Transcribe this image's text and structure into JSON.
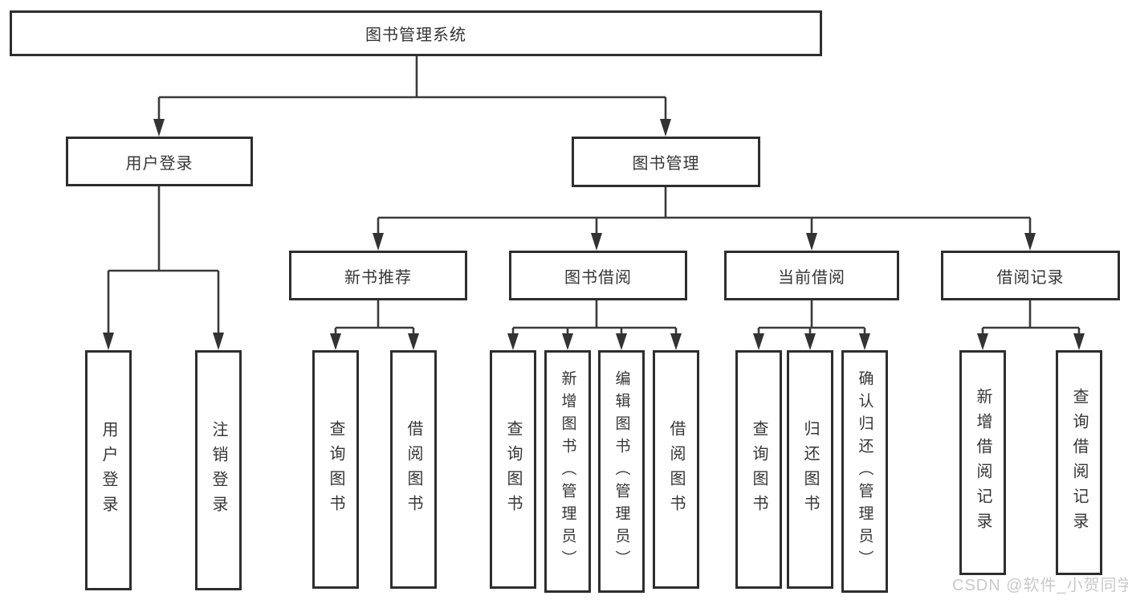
{
  "colors": {
    "background": "#ffffff",
    "line": "#3a3a3a",
    "arrow": "#333333",
    "box_border": "#2e2e2e",
    "text": "#363636",
    "watermark": "#c9c9c9"
  },
  "diagram": {
    "root": {
      "label": "图书管理系统"
    },
    "user_branch": {
      "label": "用户登录",
      "children": [
        {
          "label": "用户登录"
        },
        {
          "label": "注销登录"
        }
      ]
    },
    "book_branch": {
      "label": "图书管理",
      "sections": [
        {
          "label": "新书推荐",
          "children": [
            {
              "label": "查询图书"
            },
            {
              "label": "借阅图书"
            }
          ]
        },
        {
          "label": "图书借阅",
          "children": [
            {
              "label": "查询图书"
            },
            {
              "label": "新增图书（管理员）"
            },
            {
              "label": "编辑图书（管理员）"
            },
            {
              "label": "借阅图书"
            }
          ]
        },
        {
          "label": "当前借阅",
          "children": [
            {
              "label": "查询图书"
            },
            {
              "label": "归还图书"
            },
            {
              "label": "确认归还（管理员）"
            }
          ]
        },
        {
          "label": "借阅记录",
          "children": [
            {
              "label": "新增借阅记录"
            },
            {
              "label": "查询借阅记录"
            }
          ]
        }
      ]
    }
  },
  "watermark": {
    "text": "CSDN @软件_小贺同学"
  }
}
